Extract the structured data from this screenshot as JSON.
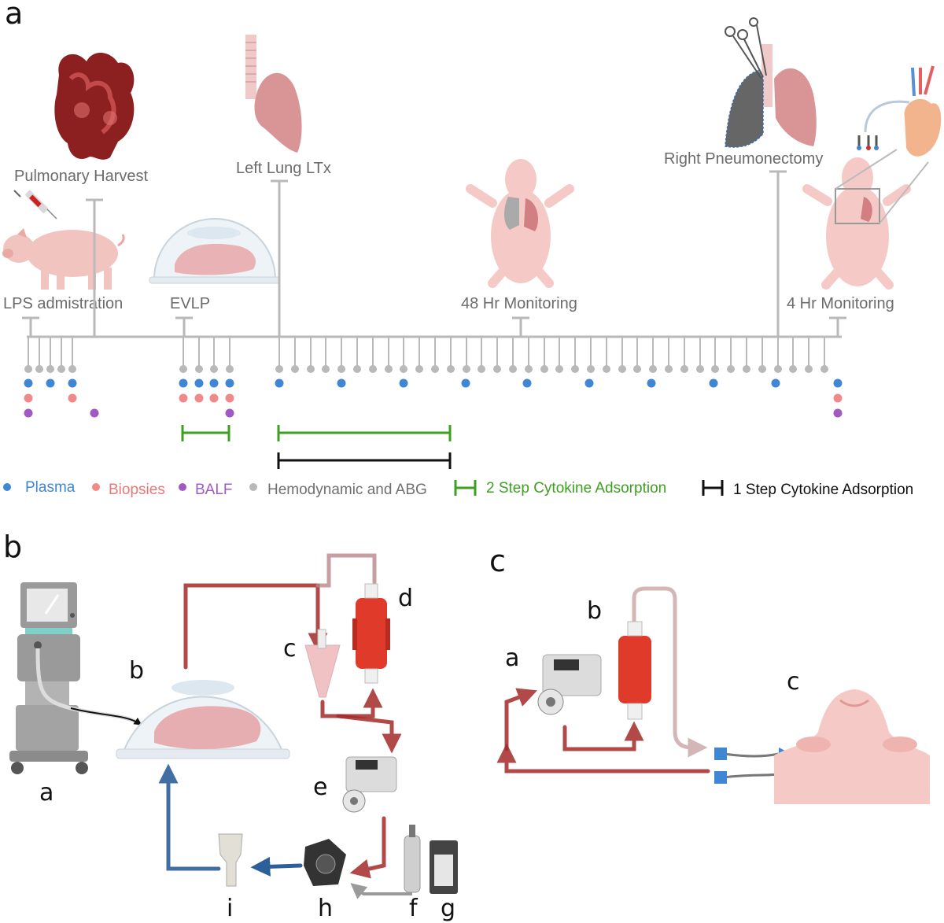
{
  "panels": {
    "a": "a",
    "b": "b",
    "c": "c"
  },
  "timeline": {
    "events": {
      "lps": "LPS admistration",
      "harvest": "Pulmonary Harvest",
      "evlp": "EVLP",
      "ltx": "Left Lung LTx",
      "monitor48": "48 Hr Monitoring",
      "pneumonectomy": "Right Pneumonectomy",
      "monitor4": "4 Hr Monitoring"
    }
  },
  "legend": {
    "plasma": "Plasma",
    "biopsies": "Biopsies",
    "balf": "BALF",
    "hemodynamic": "Hemodynamic and ABG",
    "two_step": "2 Step Cytokine Adsorption",
    "one_step": "1 Step Cytokine Adsorption"
  },
  "panel_b_labels": {
    "a": "a",
    "b": "b",
    "c": "c",
    "d": "d",
    "e": "e",
    "f": "f",
    "g": "g",
    "h": "h",
    "i": "i"
  },
  "panel_c_labels": {
    "a": "a",
    "b": "b",
    "c": "c"
  },
  "colors": {
    "plasma": "#3f86d3",
    "biopsies": "#f08a8a",
    "balf": "#a259c4",
    "hemodynamic": "#b9b9b9",
    "two_step": "#3ea020",
    "one_step": "#111111",
    "arterial": "#a52a2a",
    "venous": "#2d5f9a"
  }
}
